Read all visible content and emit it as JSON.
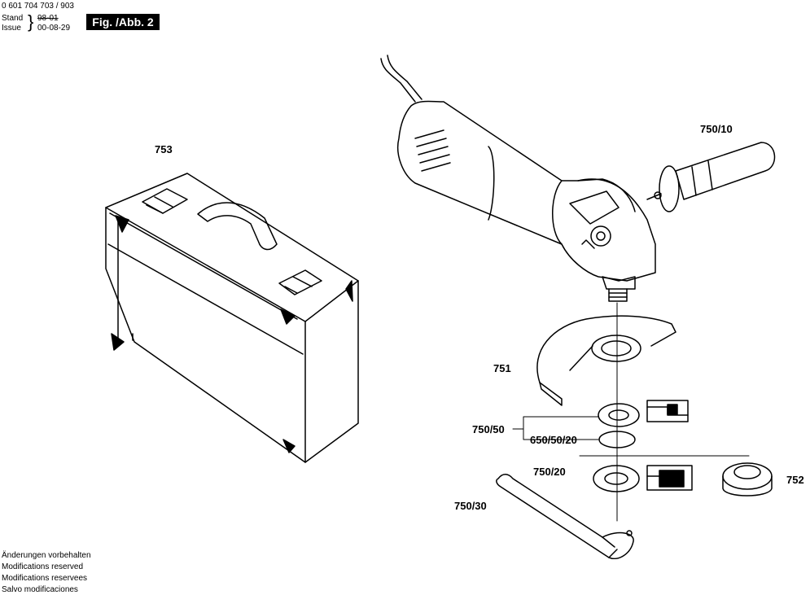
{
  "header": {
    "number": "0 601 704 703 / 903",
    "stand_label": "Stand",
    "issue_label": "Issue",
    "stand_value": "98-01",
    "issue_value": "00-08-29",
    "figure_badge": "Fig. /Abb. 2"
  },
  "parts": {
    "p753": "753",
    "p750_10": "750/10",
    "p751": "751",
    "p750_50": "750/50",
    "p650_50_20": "650/50/20",
    "p750_20": "750/20",
    "p752": "752",
    "p750_30": "750/30"
  },
  "footer": {
    "line1": "Änderungen vorbehalten",
    "line2": "Modifications reserved",
    "line3": "Modifications reservees",
    "line4": "Salvo modificaciones"
  }
}
